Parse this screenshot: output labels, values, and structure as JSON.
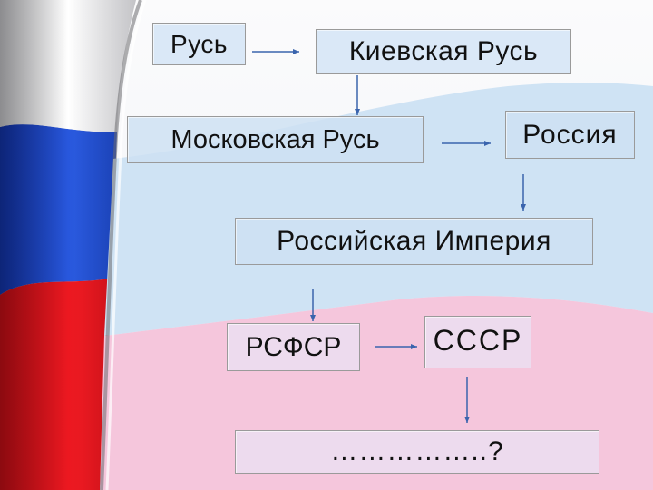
{
  "diagram": {
    "nodes": {
      "rus": "Русь",
      "kievan_rus": "Киевская Русь",
      "muscovite_rus": "Московская Русь",
      "russia": "Россия",
      "russian_empire": "Российская Империя",
      "rsfsr": "РСФСР",
      "ussr": "СССР",
      "unknown": "……………..?"
    },
    "edges": [
      {
        "from": "Русь",
        "to": "Киевская Русь"
      },
      {
        "from": "Киевская Русь",
        "to": "Московская Русь"
      },
      {
        "from": "Московская Русь",
        "to": "Россия"
      },
      {
        "from": "Россия",
        "to": "Российская Империя"
      },
      {
        "from": "Российская Империя",
        "to": "РСФСР"
      },
      {
        "from": "РСФСР",
        "to": "СССР"
      },
      {
        "from": "СССР",
        "to": "……………..?"
      }
    ]
  },
  "background": {
    "flag_colors": [
      "#ffffff",
      "#1747c8",
      "#e8141c"
    ],
    "wave_colors": [
      "#eef1f6",
      "#cfe3f4",
      "#f5c6dc"
    ]
  },
  "colors": {
    "arrow": "#3a64ad",
    "box_border": "#9a9a9a"
  }
}
